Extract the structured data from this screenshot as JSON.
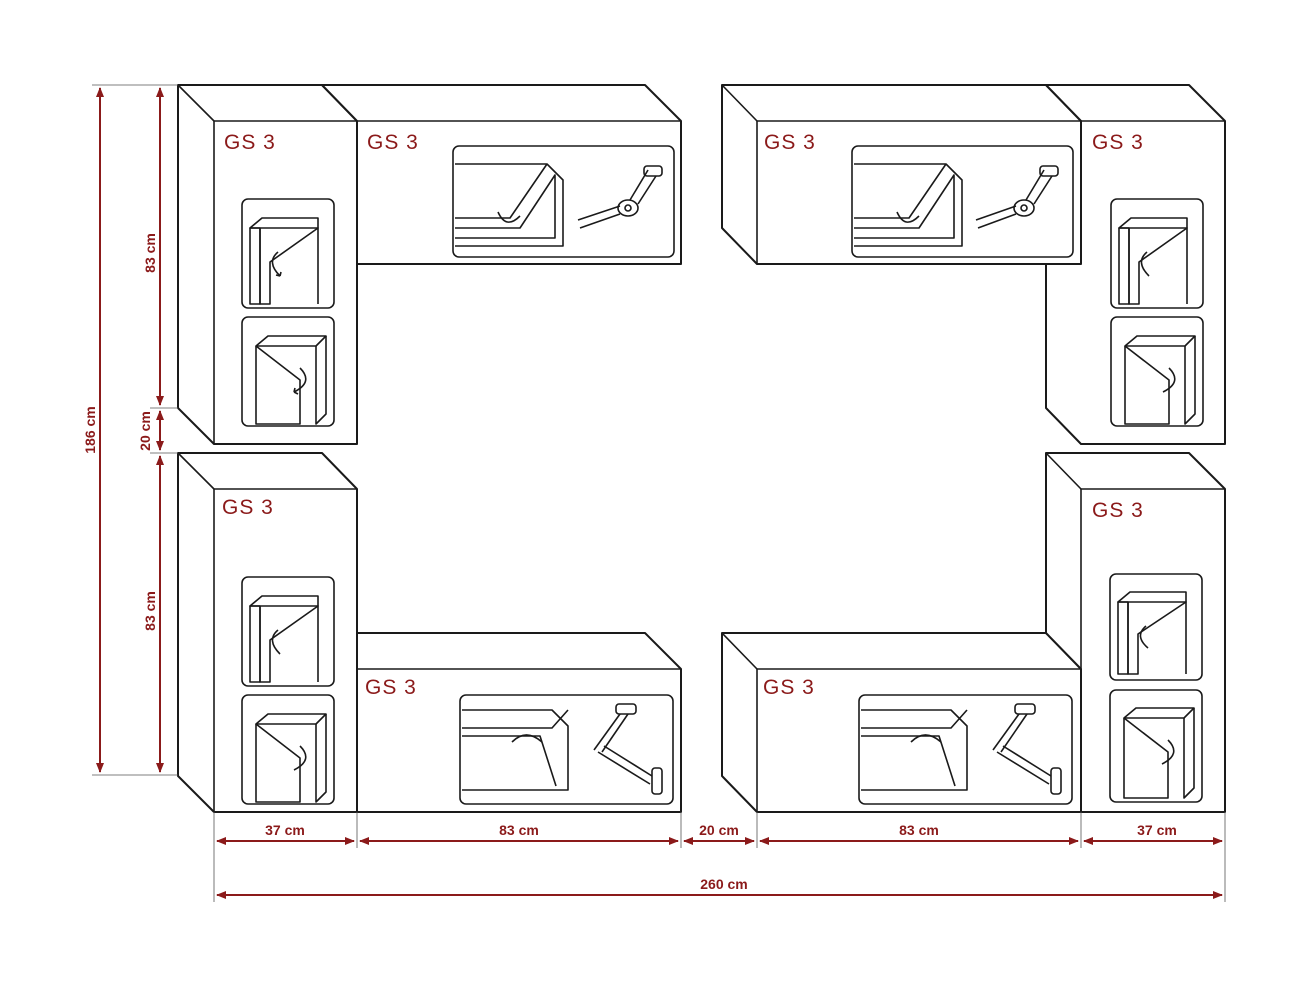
{
  "cabinet_label": "GS 3",
  "dimensions": {
    "total_height": "186 cm",
    "upper_height": "83 cm",
    "gap_height": "20 cm",
    "lower_height": "83 cm",
    "left_width": "37 cm",
    "mid_left_width": "83 cm",
    "mid_gap_width": "20 cm",
    "mid_right_width": "83 cm",
    "right_width": "37 cm",
    "total_width": "260 cm"
  },
  "colors": {
    "accent": "#8b1a1a",
    "line": "#1a1a1a"
  }
}
